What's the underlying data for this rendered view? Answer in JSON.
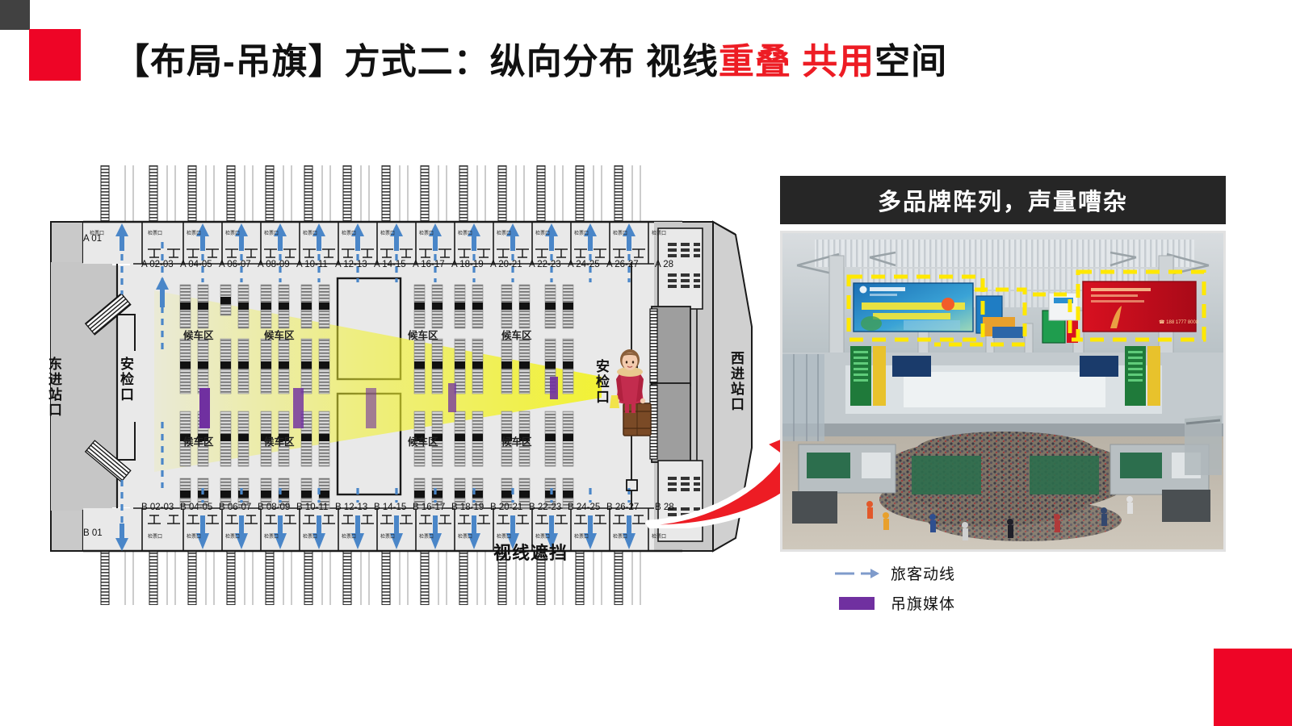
{
  "title": {
    "prefix": "【布局-吊旗】方式二：纵向分布 视线",
    "highlight": "重叠 共用",
    "suffix": "空间",
    "highlight_color": "#ED1C24"
  },
  "floorplan": {
    "east_entrance": "东进站口",
    "west_entrance": "西进站口",
    "security_east": "安检口",
    "security_west": "安检口",
    "sight_block_label": "视线遮挡",
    "ticket_gate_label": "检票口",
    "waiting_area_label": "候车区",
    "waiting_area_labels": [
      "候车区",
      "候车区",
      "候车区",
      "候车区",
      "候车区",
      "候车区",
      "候车区",
      "候车区"
    ],
    "gate_a_first": "A 01",
    "gate_b_first": "B 01",
    "gates_a": [
      "A 02-03",
      "A 04-05",
      "A 06-07",
      "A 08-09",
      "A 10-11",
      "A 12-13",
      "A 14-15",
      "A 16-17",
      "A 18-19",
      "A 20-21",
      "A 22-23",
      "A 24-25",
      "A 26-27",
      "A 28"
    ],
    "gates_b": [
      "B 02-03",
      "B 04-05",
      "B 06-07",
      "B 08-09",
      "B 10-11",
      "B 12-13",
      "B 14-15",
      "B 16-17",
      "B 18-19",
      "B 20-21",
      "B 22-23",
      "B 24-25",
      "B 26-27",
      "B 28"
    ],
    "colors": {
      "sight_cone": "#F2F22C",
      "flag_media": "#7030A0",
      "flow_line": "#4A86C8",
      "hall_fill": "#E9E9E9",
      "concourse_fill": "#C9C9C9"
    }
  },
  "photo": {
    "header": "多品牌阵列，声量嘈杂",
    "billboard_texts": {
      "bank_brand": "中国农业银行",
      "bank_line1": "农行赣通卡高速通行低至9折",
      "bank_line2": "办卡送电子标签",
      "red_phone": "188 1777 8008"
    }
  },
  "legend": {
    "items": [
      {
        "label": "旅客动线",
        "marker": "dashed-arrow",
        "color": "#7F9BCB"
      },
      {
        "label": "吊旗媒体",
        "marker": "swatch",
        "color": "#7030A0"
      }
    ]
  },
  "decor": {
    "corner_dark": "#414141",
    "corner_red": "#EE0526"
  }
}
